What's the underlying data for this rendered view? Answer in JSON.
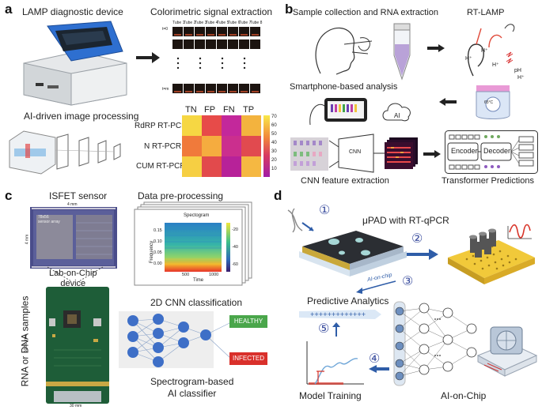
{
  "panels": {
    "a": {
      "label": "a",
      "device_title": "LAMP diagnostic device",
      "signal_title": "Colorimetric signal extraction",
      "image_title": "AI-driven image processing",
      "tubes": [
        "Tube 1",
        "Tube 2",
        "Tube 3",
        "Tube 4",
        "Tube 5",
        "Tube 6",
        "Tube 7",
        "Tube 8"
      ],
      "time_start": "t=0",
      "time_end": "t=m",
      "heatmap": {
        "col_labels": [
          "TN",
          "FP",
          "FN",
          "TP"
        ],
        "row_labels": [
          "RdRP RT-PCR",
          "N RT-PCR",
          "CUM RT-PCR"
        ],
        "colorbar_ticks": [
          "70",
          "60",
          "50",
          "40",
          "30",
          "20",
          "10"
        ]
      }
    },
    "b": {
      "label": "b",
      "sample_title": "Sample collection and RNA extraction",
      "rtlamp_title": "RT-LAMP",
      "smartphone_title": "Smartphone-based analysis",
      "ai_bubble": "AI",
      "ph_label": "pH",
      "temp_label": "65°C",
      "cnn_block": "CNN",
      "cnn_caption": "CNN feature extraction",
      "encoder": "Encoder",
      "decoder": "Decoder",
      "transformer_caption": "Transformer Predictions",
      "ions": [
        "H⁺",
        "H⁺",
        "H⁺",
        "H⁺",
        "H⁺"
      ]
    },
    "c": {
      "label": "c",
      "isfet_title": "ISFET sensor",
      "sensor_array_label": "78x56 sensor array",
      "dim_4mm_top": "4 mm",
      "dim_4mm_side": "4 mm",
      "lab_on_chip": [
        "Lab-on-Chip",
        "device"
      ],
      "side_label": "RNA or DNA samples",
      "dim_board_side": "50.90 mm",
      "dim_board_bottom": "30 mm",
      "preproc_title": "Data pre-processing",
      "spectrogram": {
        "title": "Spectogram",
        "ylabel": "Frequency",
        "xlabel": "Time",
        "yticks": [
          "0.15",
          "0.10",
          "0.05",
          "0.00"
        ],
        "xticks": [
          "500",
          "1000"
        ],
        "cbar_ticks": [
          "-20",
          "-40",
          "-60"
        ]
      },
      "cnn2d_title": "2D CNN classification",
      "healthy": "HEALTHY",
      "infected": "INFECTED",
      "classifier_caption": [
        "Spectrogram-based",
        "AI classifier"
      ]
    },
    "d": {
      "label": "d",
      "upad_title": "μPAD with RT-qPCR",
      "steps": [
        "①",
        "②",
        "③",
        "④",
        "⑤"
      ],
      "ai_on_chip_arrow": "AI-on-chip",
      "predictive_title": "Predictive Analytics",
      "training_title": "Model Training",
      "ai_chip_title": "AI-on-Chip"
    }
  },
  "colors": {
    "heat_yellow": "#f6d743",
    "heat_orange": "#f29a3a",
    "heat_red": "#e0484a",
    "heat_magenta": "#c1279a",
    "healthy_green": "#4aa64b",
    "infected_red": "#d9302b",
    "node_blue": "#3e6fc7",
    "chip_yellow": "#f1c93a"
  }
}
